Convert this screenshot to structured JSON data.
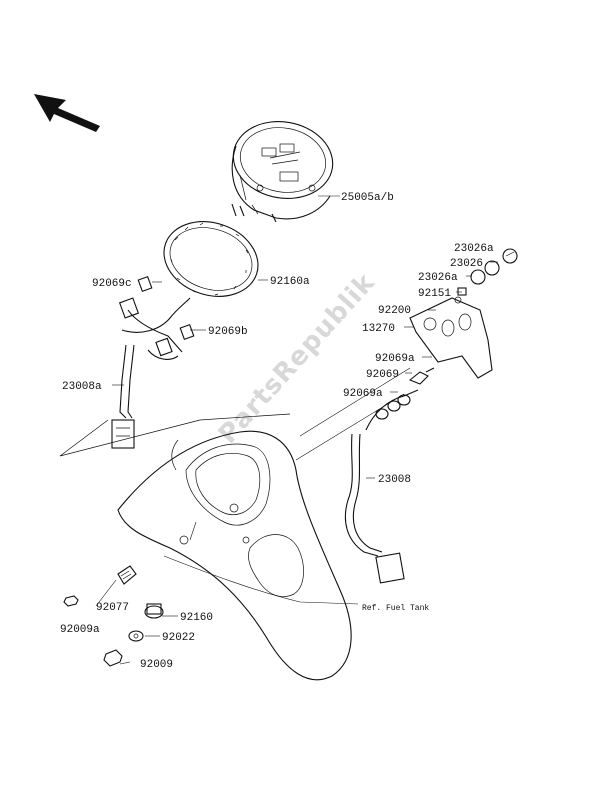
{
  "diagram": {
    "watermark": "PartsRepublik",
    "reference_label": "Ref. Fuel Tank",
    "parts": {
      "p25005": "25005a/b",
      "p92160a": "92160a",
      "p92069c": "92069c",
      "p92069b": "92069b",
      "p23008a": "23008a",
      "p23026a_top": "23026a",
      "p23026": "23026",
      "p23026a_mid": "23026a",
      "p92151": "92151",
      "p92200": "92200",
      "p13270": "13270",
      "p92069a_a": "92069a",
      "p92069": "92069",
      "p92069a_b": "92069a",
      "p23008": "23008",
      "p92077": "92077",
      "p92160": "92160",
      "p92009a": "92009a",
      "p92022": "92022",
      "p92009": "92009"
    }
  }
}
